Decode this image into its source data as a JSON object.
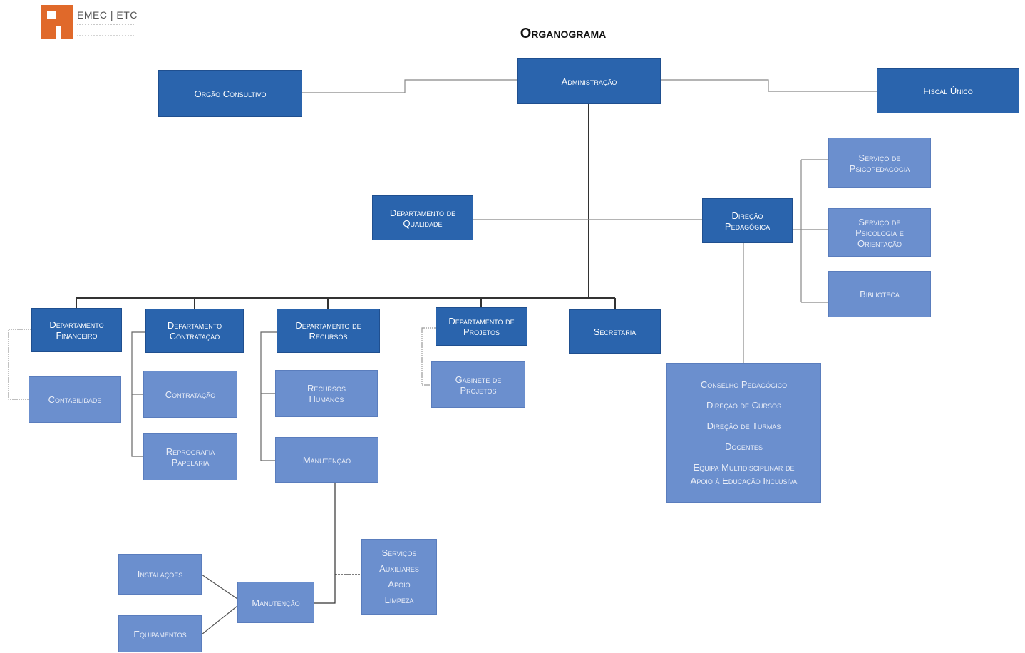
{
  "title": "Organograma",
  "logo": {
    "text": "EMEC | ETC"
  },
  "colors": {
    "dark_box": "#2a64ad",
    "light_box": "#6b8fce",
    "connector": "#333333"
  },
  "boxes": {
    "administracao": "Administração",
    "orgao_consultivo": "Orgão Consultivo",
    "fiscal_unico": "Fiscal Único",
    "departamento_qualidade": [
      "Departamento de",
      "Qualidade"
    ],
    "direcao_pedagogica": [
      "Direção",
      "Pedagógica"
    ],
    "servico_psicopedagogia": [
      "Serviço de",
      "Psicopedagogia"
    ],
    "servico_psicologia": [
      "Serviço de",
      "Psicologia e",
      "Orientação"
    ],
    "biblioteca": "Biblioteca",
    "departamento_financeiro": [
      "Departamento",
      "Financeiro"
    ],
    "departamento_contratacao": [
      "Departamento",
      "Contratação"
    ],
    "departamento_recursos": [
      "Departamento de",
      "Recursos"
    ],
    "departamento_projetos": [
      "Departamento de",
      "Projetos"
    ],
    "secretaria": "Secretaria",
    "contabilidade": "Contabilidade",
    "contratacao": "Contratação",
    "reprografia": [
      "Reprografia",
      "Papelaria"
    ],
    "recursos_humanos": [
      "Recursos",
      "Humanos"
    ],
    "manutencao": "Manutenção",
    "gabinete_projetos": [
      "Gabinete de",
      "Projetos"
    ],
    "pedagogico_group": [
      "Conselho Pedagógico",
      "Direção de Cursos",
      "Direção de Turmas",
      "Docentes",
      "Equipa Multidisciplinar de",
      "Apoio à Educação Inclusiva"
    ],
    "servicos_auxiliares": [
      "Serviços",
      "Auxiliares",
      "Apoio",
      "Limpeza"
    ],
    "manutencao_sub": "Manutenção",
    "instalacoes": "Instalações",
    "equipamentos": "Equipamentos"
  }
}
